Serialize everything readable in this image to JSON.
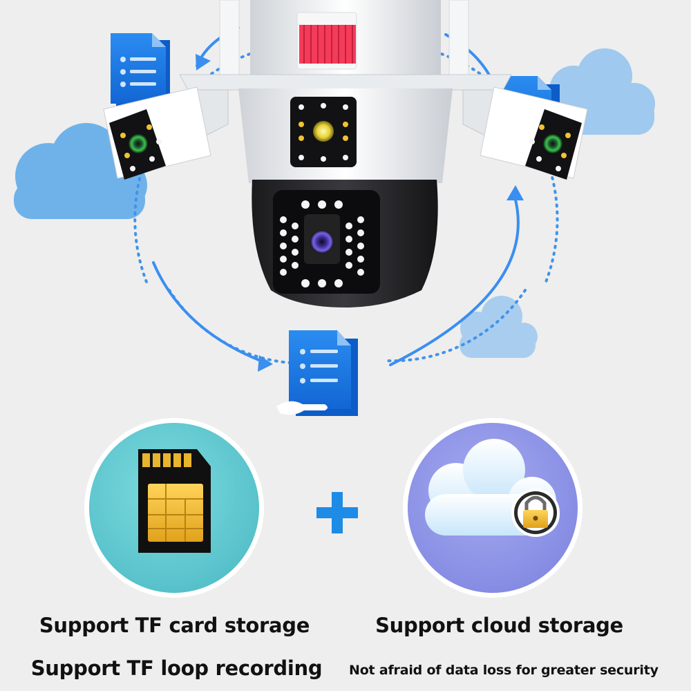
{
  "left_feature": {
    "title": "Support TF card storage",
    "subtitle": "Support TF loop recording",
    "icon": "sd-card-icon",
    "circle_color": "#5ec7cf"
  },
  "right_feature": {
    "title": "Support cloud storage",
    "subtitle": "Not afraid of data loss for greater security",
    "icon": "cloud-lock-icon",
    "circle_color": "#8f95e6"
  },
  "plus_icon": "plus-icon",
  "accent_blue": "#1f7fe6",
  "product": "triple-lens-security-camera"
}
